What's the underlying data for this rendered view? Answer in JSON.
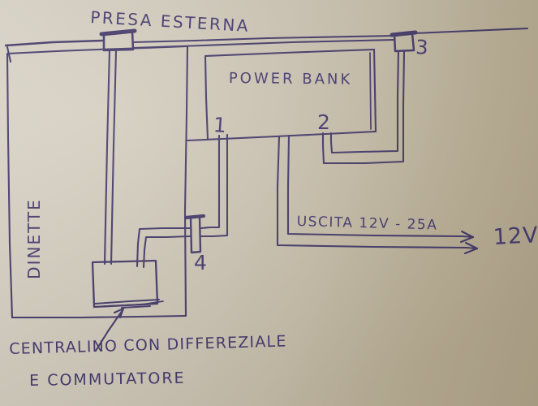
{
  "diagram": {
    "labels": {
      "presa_esterna": "PRESA ESTERNA",
      "power_bank": "POWER BANK",
      "terminal_1": "1",
      "terminal_2": "2",
      "terminal_3": "3",
      "terminal_4": "4",
      "dinette": "DINETTE",
      "uscita_12v": "USCITA 12V - 25A",
      "out_12v": "12V",
      "centralino_line_1": "CENTRALINO CON DIFFEREZIALE",
      "centralino_line_2": "E COMMUTATORE"
    },
    "colors": {
      "ink": "#3d3366",
      "paper_light": "#dad4c8",
      "paper_dark": "#b0a489"
    }
  }
}
